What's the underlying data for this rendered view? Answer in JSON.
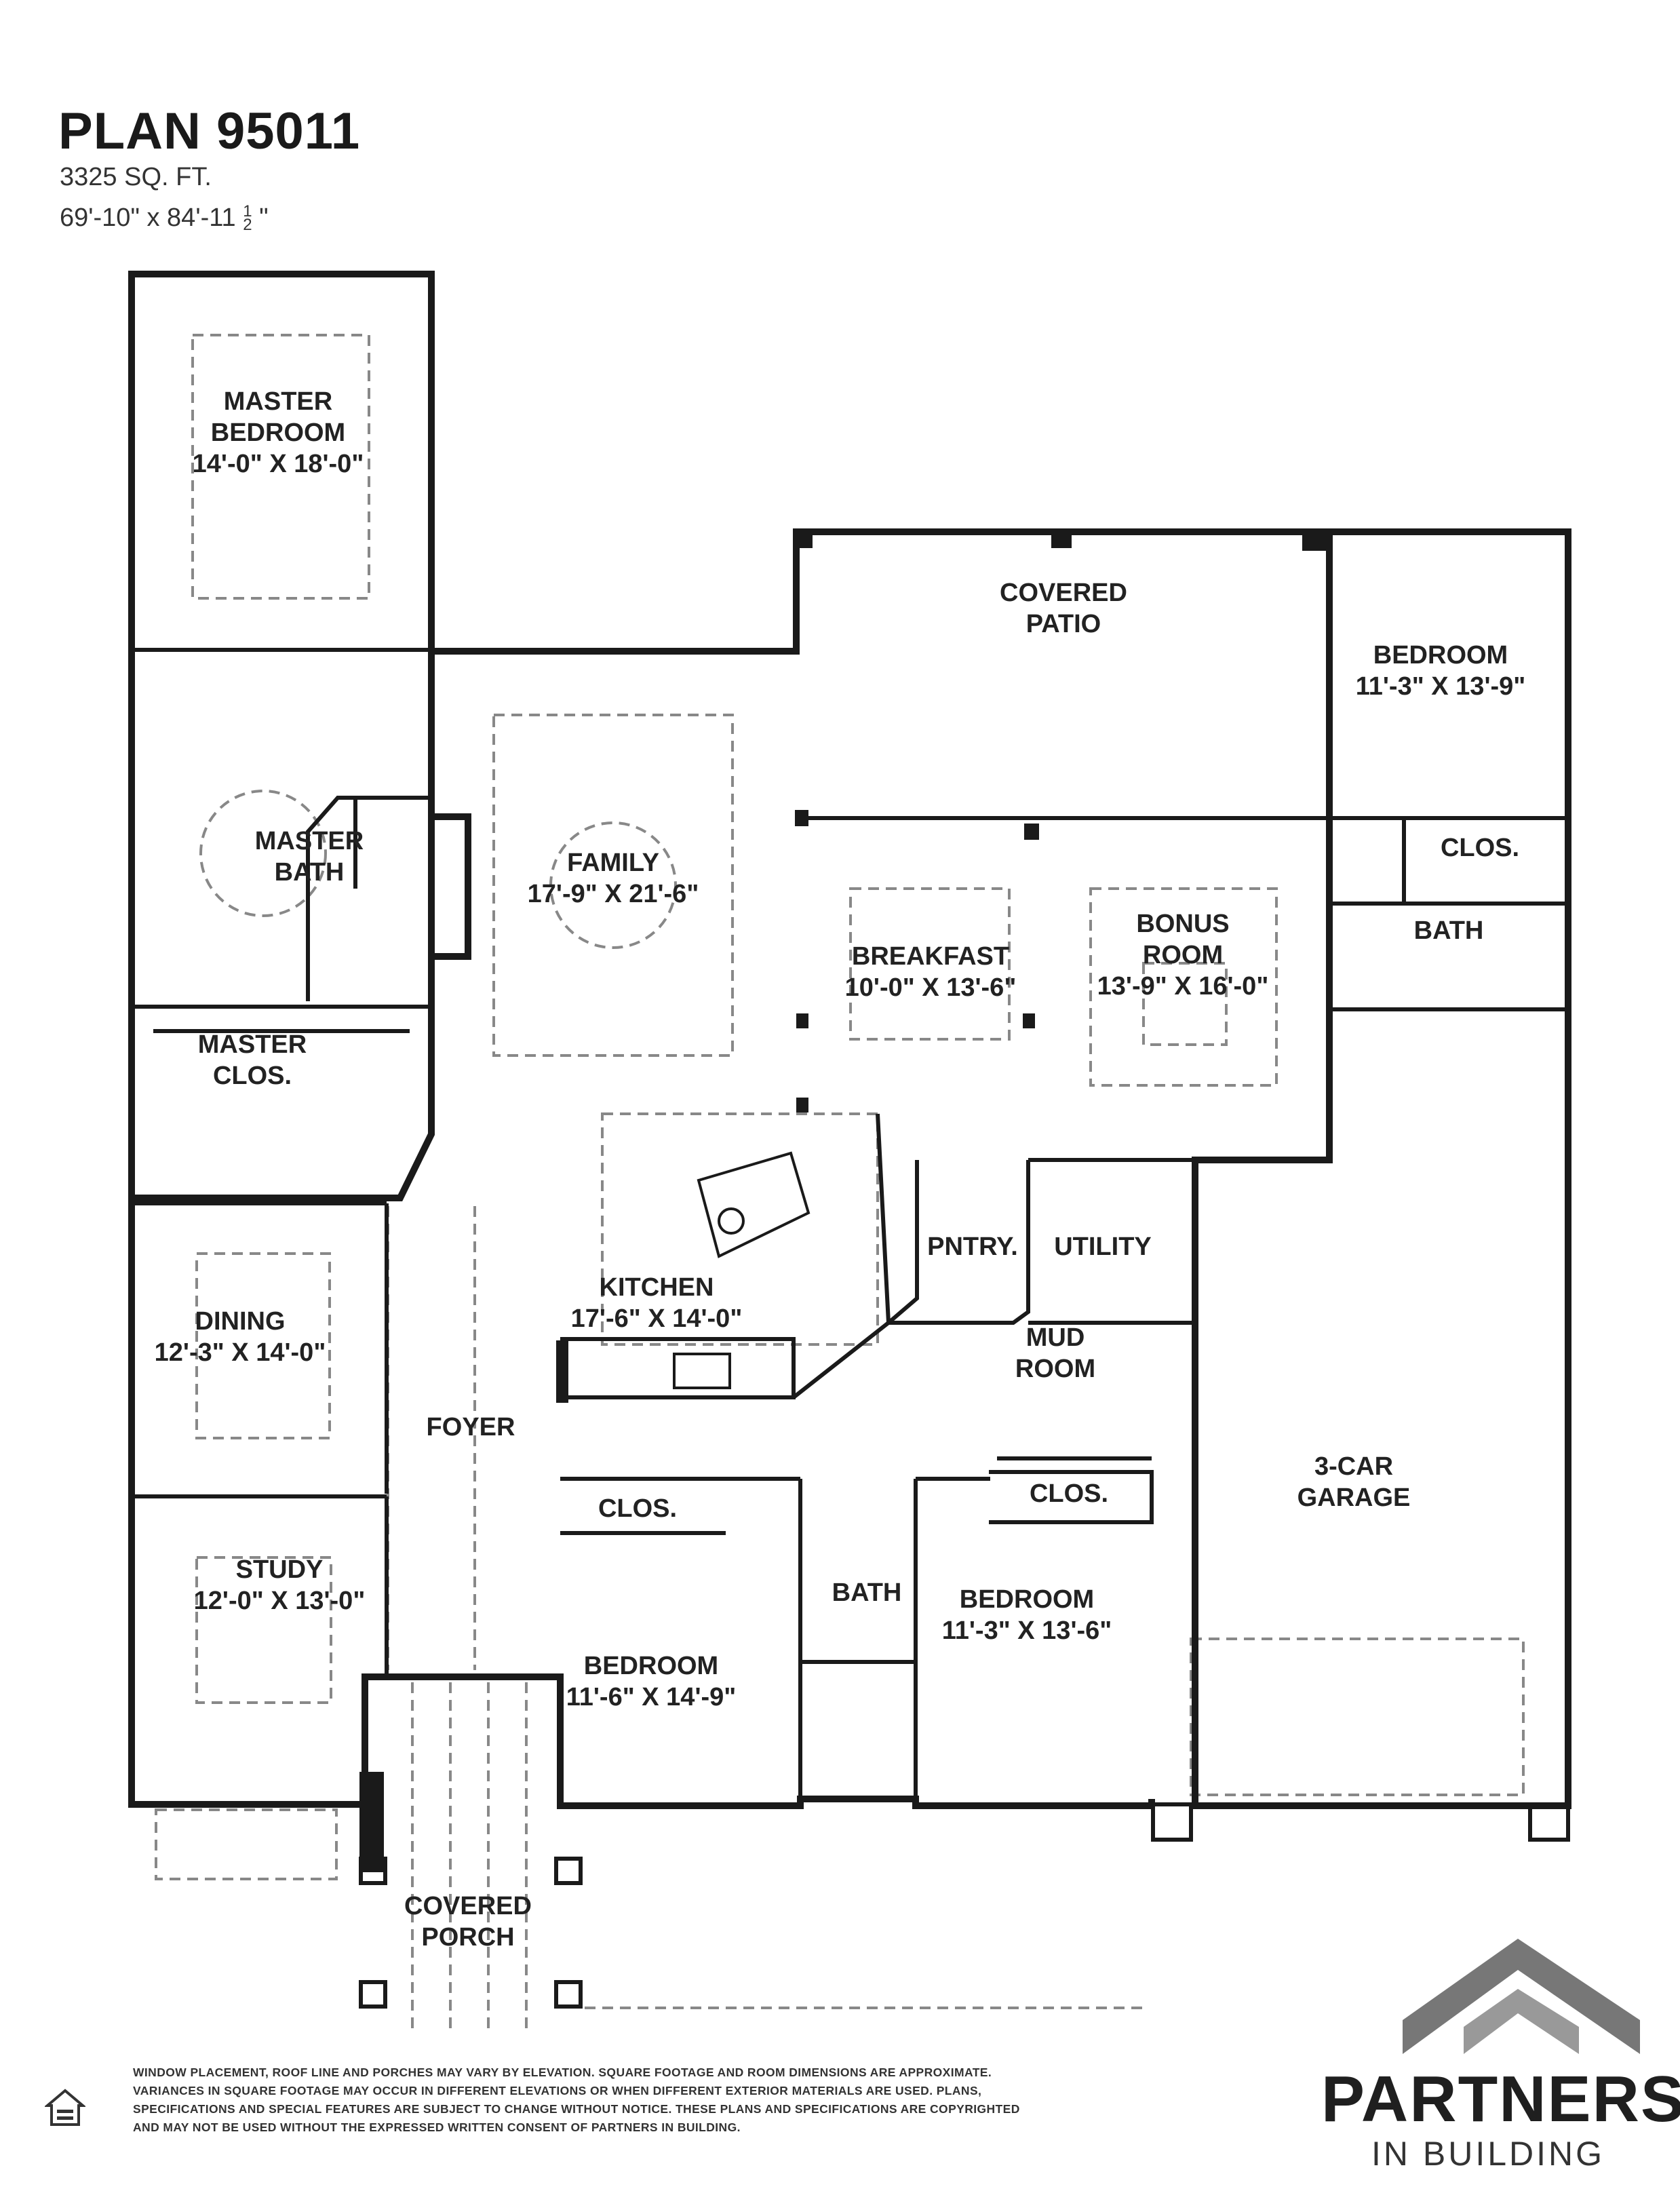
{
  "plan": {
    "title": "PLAN 95011",
    "sqft": "3325 SQ. FT.",
    "dims_main": "69'-10\" x 84'-11",
    "dims_frac_num": "1",
    "dims_frac_den": "2",
    "dims_end": " \""
  },
  "rooms": [
    {
      "id": "master-bedroom",
      "lines": [
        "MASTER",
        "BEDROOM",
        "14'-0\" X 18'-0\""
      ]
    },
    {
      "id": "covered-patio",
      "lines": [
        "COVERED",
        "PATIO"
      ]
    },
    {
      "id": "bedroom-ne",
      "lines": [
        "BEDROOM",
        "11'-3\" X 13'-9\""
      ]
    },
    {
      "id": "master-bath",
      "lines": [
        "MASTER",
        "BATH"
      ]
    },
    {
      "id": "family",
      "lines": [
        "FAMILY",
        "17'-9\" X 21'-6\""
      ]
    },
    {
      "id": "closet-ne",
      "lines": [
        "CLOS."
      ]
    },
    {
      "id": "bonus-room",
      "lines": [
        "BONUS",
        "ROOM",
        "13'-9\" X 16'-0\""
      ]
    },
    {
      "id": "breakfast",
      "lines": [
        "BREAKFAST",
        "10'-0\" X 13'-6\""
      ]
    },
    {
      "id": "bath-ne",
      "lines": [
        "BATH"
      ]
    },
    {
      "id": "master-closet",
      "lines": [
        "MASTER",
        "CLOS."
      ]
    },
    {
      "id": "pantry",
      "lines": [
        "PNTRY."
      ]
    },
    {
      "id": "utility",
      "lines": [
        "UTILITY"
      ]
    },
    {
      "id": "kitchen",
      "lines": [
        "KITCHEN",
        "17'-6\" X 14'-0\""
      ]
    },
    {
      "id": "dining",
      "lines": [
        "DINING",
        "12'-3\" X 14'-0\""
      ]
    },
    {
      "id": "mud-room",
      "lines": [
        "MUD",
        "ROOM"
      ]
    },
    {
      "id": "foyer",
      "lines": [
        "FOYER"
      ]
    },
    {
      "id": "closet-mid",
      "lines": [
        "CLOS."
      ]
    },
    {
      "id": "closet-se",
      "lines": [
        "CLOS."
      ]
    },
    {
      "id": "garage",
      "lines": [
        "3-CAR",
        "GARAGE"
      ]
    },
    {
      "id": "bath-mid",
      "lines": [
        "BATH"
      ]
    },
    {
      "id": "study",
      "lines": [
        "STUDY",
        "12'-0\" X 13'-0\""
      ]
    },
    {
      "id": "bedroom-se",
      "lines": [
        "BEDROOM",
        "11'-3\" X 13'-6\""
      ]
    },
    {
      "id": "bedroom-sw",
      "lines": [
        "BEDROOM",
        "11'-6\" X 14'-9\""
      ]
    },
    {
      "id": "covered-porch",
      "lines": [
        "COVERED",
        "PORCH"
      ]
    }
  ],
  "disclaimer": [
    "WINDOW PLACEMENT, ROOF LINE AND PORCHES MAY VARY BY ELEVATION.  SQUARE FOOTAGE AND ROOM DIMENSIONS ARE APPROXIMATE.",
    "VARIANCES IN SQUARE FOOTAGE MAY OCCUR IN DIFFERENT ELEVATIONS OR  WHEN DIFFERENT EXTERIOR MATERIALS ARE USED.  PLANS,",
    "SPECIFICATIONS AND SPECIAL FEATURES ARE SUBJECT TO CHANGE WITHOUT NOTICE.  THESE PLANS AND SPECIFICATIONS ARE COPYRIGHTED",
    "AND MAY NOT BE USED  WITHOUT THE EXPRESSED WRITTEN CONSENT OF PARTNERS IN BUILDING."
  ],
  "brand": {
    "name": "PARTNERS",
    "tagline": "IN BUILDING",
    "icon": "roof-chevron-icon"
  },
  "eho_icon": "equal-housing-icon",
  "colors": {
    "wall": "#1a1a1a",
    "dashed": "#888888",
    "brand_gray": "#777777"
  }
}
